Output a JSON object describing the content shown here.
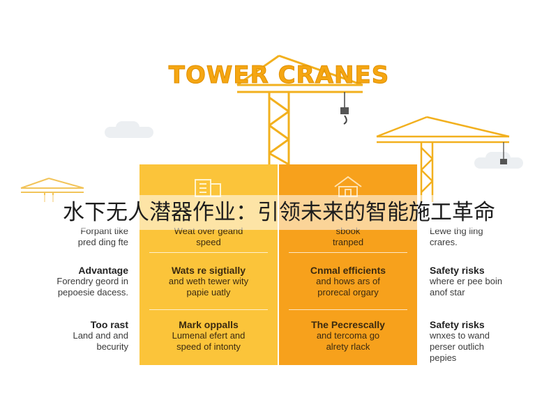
{
  "title": "TOWER CRANES",
  "overlay_caption": "水下无人潜器作业：引领未来的智能施工革命",
  "rows": [
    {
      "left": {
        "heading": "",
        "text": "Forpant tike\npred ding fte"
      },
      "c1": {
        "heading": "",
        "text": "Weat over geand\nspeed"
      },
      "c2": {
        "heading": "",
        "text": "sbook\ntranped"
      },
      "right": {
        "heading": "",
        "text": "Lewe thg ling\ncrares."
      }
    },
    {
      "left": {
        "heading": "Advantage",
        "text": "Forendry geord in\npepoesie dacess."
      },
      "c1": {
        "heading": "Wats re sigtially",
        "text": "and weth tewer wity\npapie uatly"
      },
      "c2": {
        "heading": "Cnmal efficients",
        "text": "and hows ars of\nprorecal orgary"
      },
      "right": {
        "heading": "Safety risks",
        "text": "where er pee boin\nanof star"
      }
    },
    {
      "left": {
        "heading": "Too rast",
        "text": "Land and and\nbecurity"
      },
      "c1": {
        "heading": "Mark oppalls",
        "text": "Lumenal efert and\nspeed of intonty"
      },
      "c2": {
        "heading": "The Pecrescally",
        "text": "and tercoma go\nalrety rlack"
      },
      "right": {
        "heading": "Safety risks",
        "text": "wnxes to wand\nperser outlich\npepies"
      }
    }
  ],
  "colors": {
    "title": "#f5a612",
    "crane": "#f2b01e",
    "panel_left": "#fbc43a",
    "panel_right": "#f7a11c"
  },
  "icons": [
    "building-icon",
    "house-icon",
    "crane-hook-icon",
    "cloud-icon"
  ]
}
